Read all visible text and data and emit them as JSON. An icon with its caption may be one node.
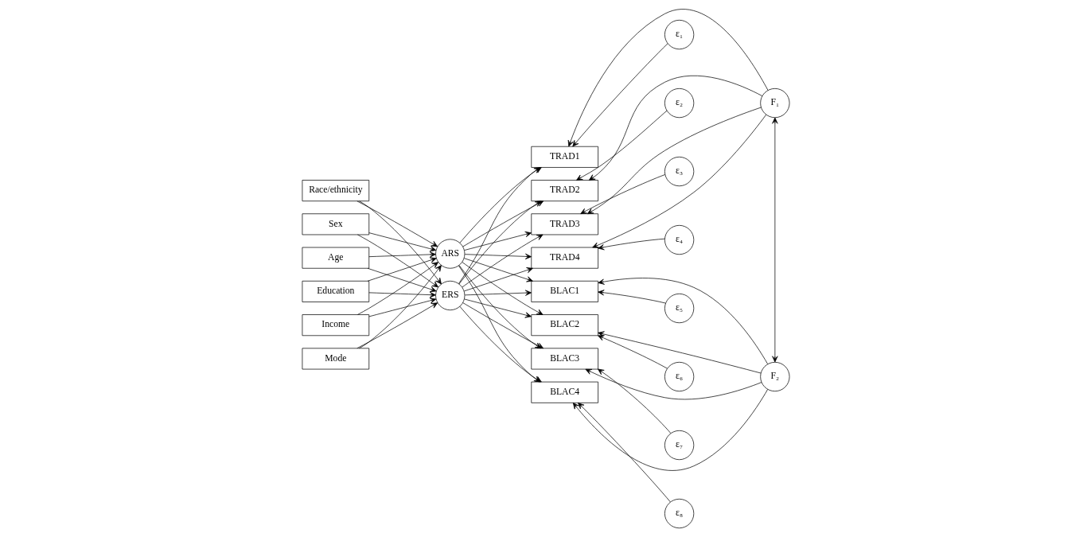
{
  "diagram": {
    "nodes": [
      {
        "text": [
          "Race/ethnicity"
        ]
      },
      {
        "text": [
          "Sex"
        ]
      },
      {
        "text": [
          "Age"
        ]
      },
      {
        "text": [
          "Education"
        ]
      },
      {
        "text": [
          "Income"
        ]
      },
      {
        "text": [
          "Mode"
        ]
      },
      {
        "text": [
          "ARS"
        ]
      },
      {
        "text": [
          "ERS"
        ]
      },
      {
        "text": [
          "TRAD1"
        ]
      },
      {
        "text": [
          "TRAD2"
        ]
      },
      {
        "text": [
          "TRAD3"
        ]
      },
      {
        "text": [
          "TRAD4"
        ]
      },
      {
        "text": [
          "BLAC1"
        ]
      },
      {
        "text": [
          "BLAC2"
        ]
      },
      {
        "text": [
          "BLAC3"
        ]
      },
      {
        "text": [
          "BLAC4"
        ]
      },
      {
        "text": [
          "ε₁"
        ]
      },
      {
        "text": [
          "ε₂"
        ]
      },
      {
        "text": [
          "ε₃"
        ]
      },
      {
        "text": [
          "ε₄"
        ]
      },
      {
        "text": [
          "ε₅"
        ]
      },
      {
        "text": [
          "ε₆"
        ]
      },
      {
        "text": [
          "ε₇"
        ]
      },
      {
        "text": [
          "ε₈"
        ]
      },
      {
        "text": [
          "F₁"
        ]
      },
      {
        "text": [
          "F₂"
        ]
      }
    ],
    "edges": [
      {
        "from": 0,
        "to": 6,
        "arrow": "to"
      },
      {
        "from": 0,
        "to": 7,
        "arrow": "to"
      },
      {
        "from": 1,
        "to": 6,
        "arrow": "to"
      },
      {
        "from": 1,
        "to": 7,
        "arrow": "to"
      },
      {
        "from": 2,
        "to": 6,
        "arrow": "to"
      },
      {
        "from": 2,
        "to": 7,
        "arrow": "to"
      },
      {
        "from": 3,
        "to": 6,
        "arrow": "to"
      },
      {
        "from": 3,
        "to": 7,
        "arrow": "to"
      },
      {
        "from": 4,
        "to": 6,
        "arrow": "to"
      },
      {
        "from": 4,
        "to": 7,
        "arrow": "to"
      },
      {
        "from": 5,
        "to": 6,
        "arrow": "to"
      },
      {
        "from": 5,
        "to": 7,
        "arrow": "to"
      },
      {
        "from": 6,
        "to": 8,
        "arrow": "to"
      },
      {
        "from": 6,
        "to": 9,
        "arrow": "to"
      },
      {
        "from": 6,
        "to": 10,
        "arrow": "to"
      },
      {
        "from": 6,
        "to": 11,
        "arrow": "to"
      },
      {
        "from": 6,
        "to": 12,
        "arrow": "to"
      },
      {
        "from": 6,
        "to": 13,
        "arrow": "to"
      },
      {
        "from": 6,
        "to": 14,
        "arrow": "to"
      },
      {
        "from": 6,
        "to": 15,
        "arrow": "to"
      },
      {
        "from": 7,
        "to": 8,
        "arrow": "to"
      },
      {
        "from": 7,
        "to": 9,
        "arrow": "to"
      },
      {
        "from": 7,
        "to": 10,
        "arrow": "to"
      },
      {
        "from": 7,
        "to": 11,
        "arrow": "to"
      },
      {
        "from": 7,
        "to": 12,
        "arrow": "to"
      },
      {
        "from": 7,
        "to": 13,
        "arrow": "to"
      },
      {
        "from": 7,
        "to": 14,
        "arrow": "to"
      },
      {
        "from": 7,
        "to": 15,
        "arrow": "to"
      },
      {
        "from": 16,
        "to": 8,
        "arrow": "to"
      },
      {
        "from": 17,
        "to": 9,
        "arrow": "to"
      },
      {
        "from": 18,
        "to": 10,
        "arrow": "to"
      },
      {
        "from": 19,
        "to": 11,
        "arrow": "to"
      },
      {
        "from": 20,
        "to": 12,
        "arrow": "to"
      },
      {
        "from": 21,
        "to": 13,
        "arrow": "to"
      },
      {
        "from": 22,
        "to": 14,
        "arrow": "to"
      },
      {
        "from": 23,
        "to": 15,
        "arrow": "to"
      },
      {
        "from": 24,
        "to": 8,
        "arrow": "to"
      },
      {
        "from": 24,
        "to": 9,
        "arrow": "to"
      },
      {
        "from": 24,
        "to": 10,
        "arrow": "to"
      },
      {
        "from": 24,
        "to": 11,
        "arrow": "to"
      },
      {
        "from": 25,
        "to": 12,
        "arrow": "to"
      },
      {
        "from": 25,
        "to": 13,
        "arrow": "to"
      },
      {
        "from": 25,
        "to": 14,
        "arrow": "to"
      },
      {
        "from": 25,
        "to": 15,
        "arrow": "to"
      },
      {
        "from": 24,
        "to": 25,
        "arrow": "both"
      }
    ]
  }
}
